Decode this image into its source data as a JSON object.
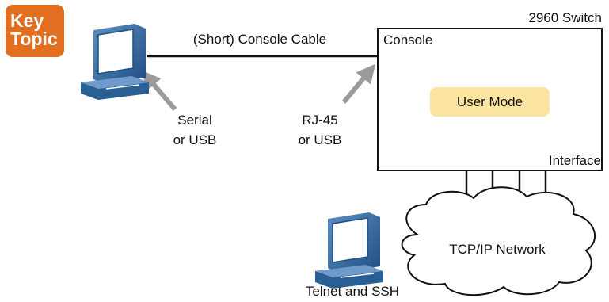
{
  "badge": {
    "line1": "Key",
    "line2": "Topic"
  },
  "switch": {
    "title": "2960 Switch",
    "console_label": "Console",
    "mode_label": "User Mode",
    "interface_label": "Interface"
  },
  "cable": {
    "label": "(Short) Console Cable"
  },
  "pc_port": {
    "line1": "Serial",
    "line2": "or USB"
  },
  "switch_port": {
    "line1": "RJ-45",
    "line2": "or USB"
  },
  "network": {
    "label": "TCP/IP Network"
  },
  "remote": {
    "label": "Telnet and SSH"
  },
  "colors": {
    "badge": "#e26f1f",
    "mode_fill": "#fbe3a0",
    "computer": "#2a5f95",
    "arrow": "#9b9b9b"
  }
}
